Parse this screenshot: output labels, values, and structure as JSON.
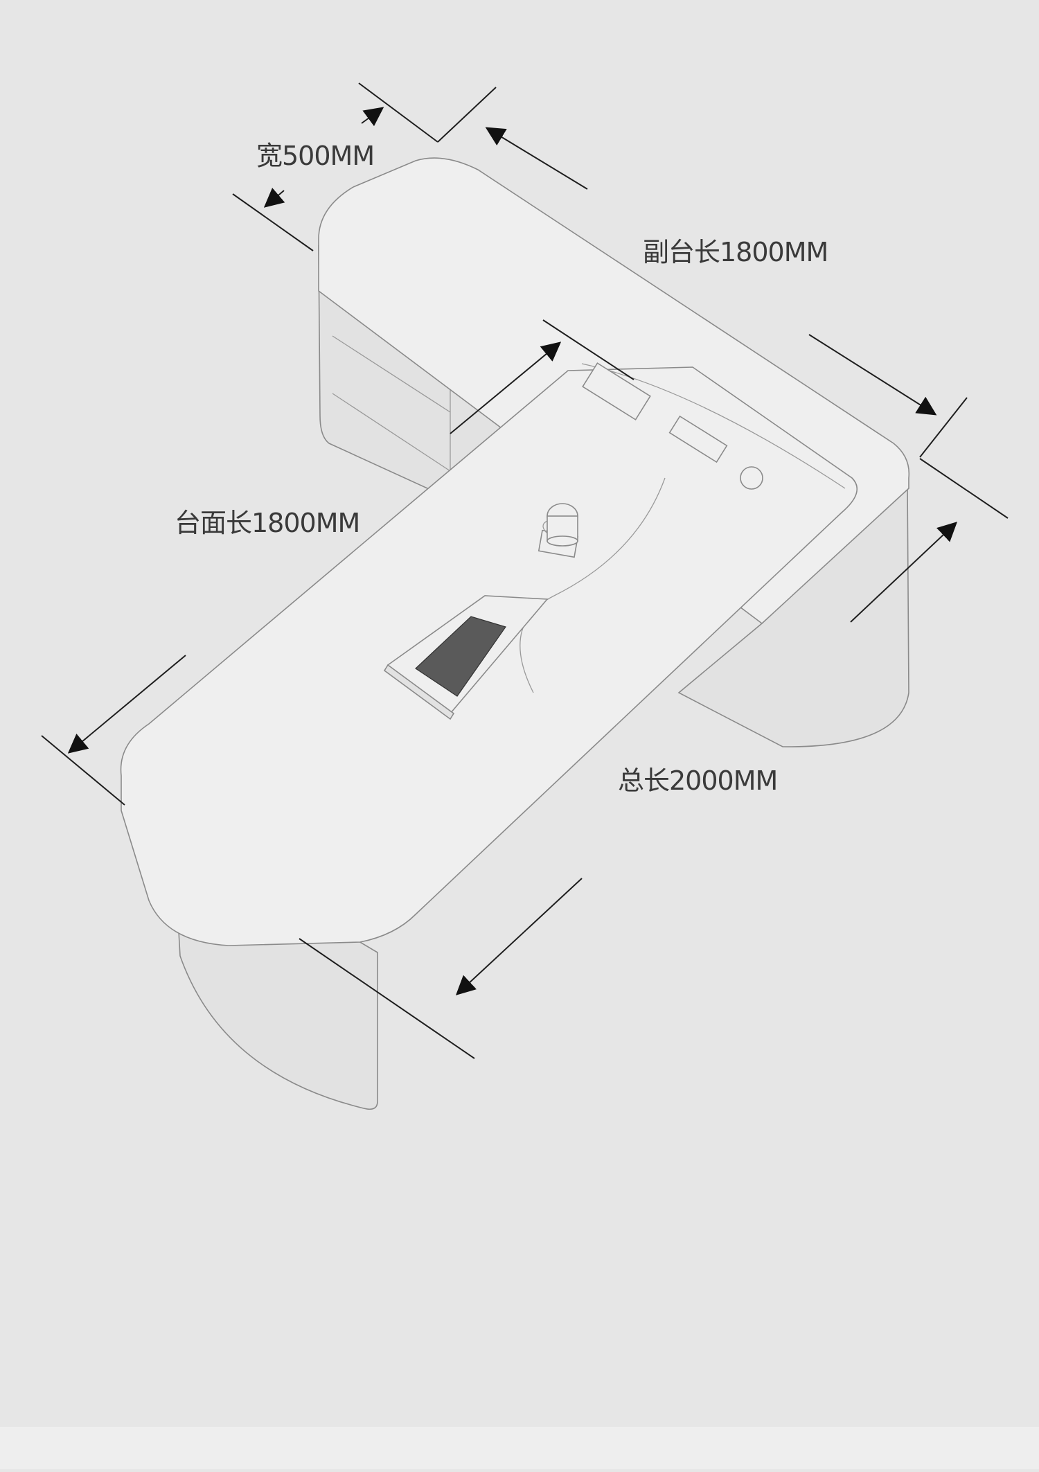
{
  "diagram": {
    "colors": {
      "background": "#e6e6e6",
      "footer_band": "#eeeeee",
      "desk_surface": "#efefef",
      "outline": "#8a8a8a",
      "dimension_line": "#1e1e1e",
      "label_text": "#3a3a3a"
    },
    "labels": {
      "width": "宽500MM",
      "side_table_length": "副台长1800MM",
      "desktop_length": "台面长1800MM",
      "total_length": "总长2000MM"
    }
  }
}
